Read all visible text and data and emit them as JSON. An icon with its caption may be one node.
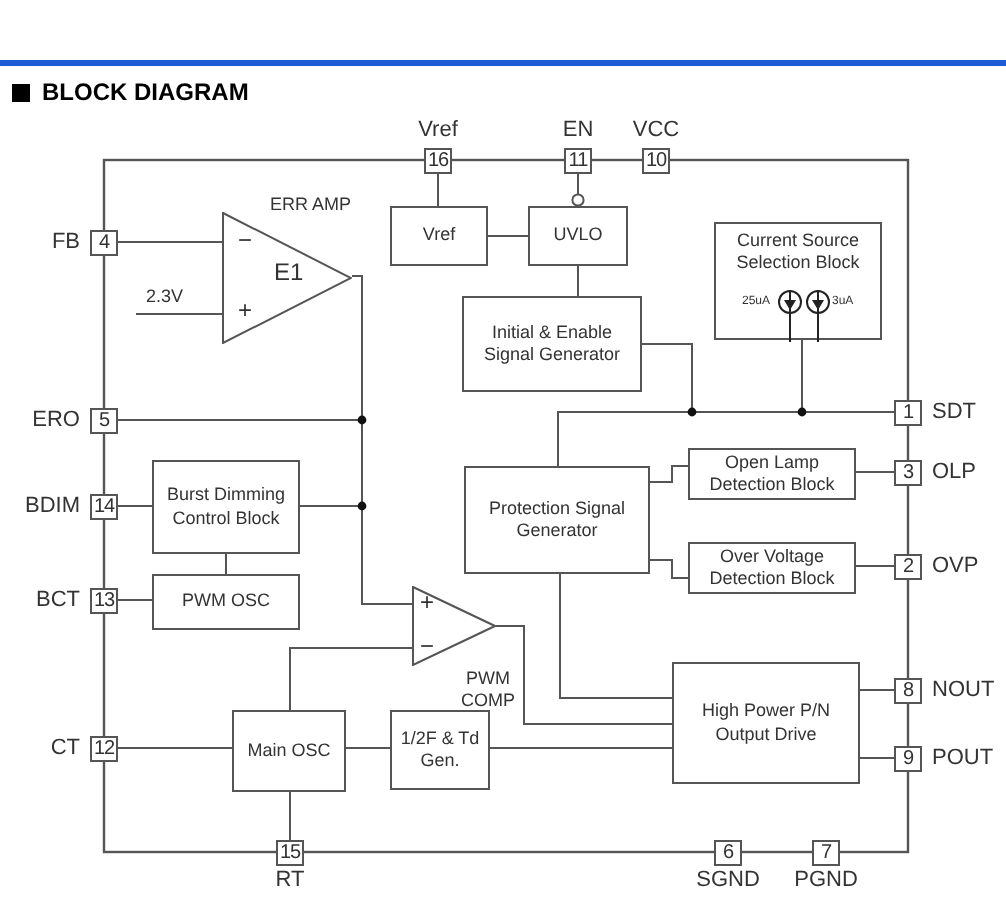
{
  "diagram": {
    "title": "BLOCK DIAGRAM",
    "nodes": [
      {
        "text": [
          "16"
        ],
        "beside": [
          "Vref"
        ]
      },
      {
        "text": [
          "11"
        ],
        "beside": [
          "EN"
        ]
      },
      {
        "text": [
          "10"
        ],
        "beside": [
          "VCC"
        ]
      },
      {
        "text": [
          "4"
        ],
        "beside": [
          "FB"
        ]
      },
      {
        "text": [
          "5"
        ],
        "beside": [
          "ERO"
        ]
      },
      {
        "text": [
          "14"
        ],
        "beside": [
          "BDIM"
        ]
      },
      {
        "text": [
          "13"
        ],
        "beside": [
          "BCT"
        ]
      },
      {
        "text": [
          "12"
        ],
        "beside": [
          "CT"
        ]
      },
      {
        "text": [
          "15"
        ],
        "beside": [
          "RT"
        ]
      },
      {
        "text": [
          "1"
        ],
        "beside": [
          "SDT"
        ]
      },
      {
        "text": [
          "3"
        ],
        "beside": [
          "OLP"
        ]
      },
      {
        "text": [
          "2"
        ],
        "beside": [
          "OVP"
        ]
      },
      {
        "text": [
          "8"
        ],
        "beside": [
          "NOUT"
        ]
      },
      {
        "text": [
          "9"
        ],
        "beside": [
          "POUT"
        ]
      },
      {
        "text": [
          "6"
        ],
        "beside": [
          "SGND"
        ]
      },
      {
        "text": [
          "7"
        ],
        "beside": [
          "PGND"
        ]
      },
      {
        "text": [
          "E1"
        ],
        "beside": [
          "ERR AMP"
        ]
      },
      {
        "text": [
          "Vref"
        ]
      },
      {
        "text": [
          "UVLO"
        ]
      },
      {
        "text": [
          "Initial & Enable Signal Generator"
        ]
      },
      {
        "text": [
          "Current Source Selection Block"
        ]
      },
      {
        "text": [
          "Protection Signal Generator"
        ]
      },
      {
        "text": [
          "Open Lamp Detection Block"
        ]
      },
      {
        "text": [
          "Over Voltage Detection Block"
        ]
      },
      {
        "text": [
          "Burst Dimming Control Block"
        ]
      },
      {
        "text": [
          "PWM OSC"
        ]
      },
      {
        "text": [],
        "shape": "triangle",
        "beside": [
          "PWM COMP"
        ]
      },
      {
        "text": [
          "Main OSC"
        ]
      },
      {
        "text": [
          "1/2F & Td Gen."
        ]
      },
      {
        "text": [
          "High Power P/N Output Drive"
        ]
      }
    ],
    "edges": [
      {
        "from": 3,
        "to": 16,
        "arrow": "none"
      },
      {
        "from": null,
        "to": 16,
        "arrow": "none",
        "label": "2.3V"
      },
      {
        "from": 16,
        "to": 4,
        "arrow": "none"
      },
      {
        "from": 16,
        "to": 24,
        "arrow": "none"
      },
      {
        "from": 16,
        "to": 26,
        "arrow": "none"
      },
      {
        "from": 0,
        "to": 17,
        "arrow": "none"
      },
      {
        "from": 17,
        "to": 18,
        "arrow": "none"
      },
      {
        "from": 1,
        "to": 18,
        "arrow": "other"
      },
      {
        "from": 18,
        "to": 19,
        "arrow": "none"
      },
      {
        "from": 19,
        "to": 9,
        "arrow": "none"
      },
      {
        "from": 20,
        "to": 9,
        "arrow": "none"
      },
      {
        "from": 9,
        "to": 21,
        "arrow": "none"
      },
      {
        "from": 21,
        "to": 22,
        "arrow": "none"
      },
      {
        "from": 22,
        "to": 10,
        "arrow": "none"
      },
      {
        "from": 21,
        "to": 23,
        "arrow": "none"
      },
      {
        "from": 23,
        "to": 11,
        "arrow": "none"
      },
      {
        "from": 21,
        "to": 29,
        "arrow": "none"
      },
      {
        "from": 26,
        "to": 29,
        "arrow": "none"
      },
      {
        "from": 28,
        "to": 29,
        "arrow": "none"
      },
      {
        "from": 29,
        "to": 12,
        "arrow": "none"
      },
      {
        "from": 29,
        "to": 13,
        "arrow": "none"
      },
      {
        "from": 5,
        "to": 24,
        "arrow": "none"
      },
      {
        "from": 6,
        "to": 25,
        "arrow": "none"
      },
      {
        "from": 24,
        "to": 25,
        "arrow": "none"
      },
      {
        "from": 27,
        "to": 26,
        "arrow": "none"
      },
      {
        "from": 7,
        "to": 27,
        "arrow": "none"
      },
      {
        "from": 27,
        "to": 8,
        "arrow": "none"
      },
      {
        "from": 27,
        "to": 28,
        "arrow": "none"
      }
    ],
    "labels": [
      "−",
      "+",
      "+",
      "−",
      "25uA",
      "3uA"
    ]
  }
}
